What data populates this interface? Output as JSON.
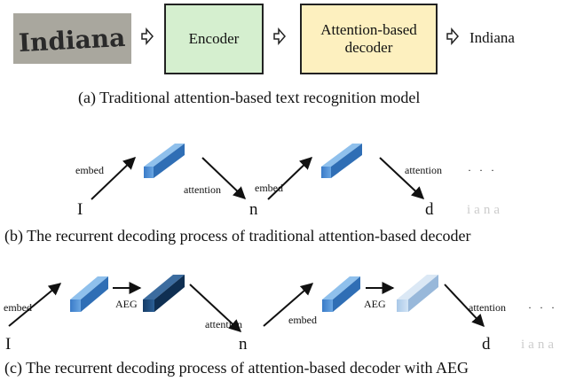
{
  "panel_a": {
    "input_word": "Indiana",
    "encoder_label": "Encoder",
    "decoder_label": "Attention-based decoder",
    "output_label": "Indiana",
    "caption": "(a) Traditional attention-based text recognition model"
  },
  "panel_b": {
    "embed_1": "embed",
    "attention_1": "attention",
    "embed_2": "embed",
    "attention_2": "attention",
    "char_1": "I",
    "char_2": "n",
    "char_3": "d",
    "ghost": "iana",
    "dots": "· · ·",
    "caption": "(b) The recurrent decoding process of traditional attention-based decoder"
  },
  "panel_c": {
    "embed_1": "embed",
    "aeg_1": "AEG",
    "attention_1": "attention",
    "embed_2": "embed",
    "aeg_2": "AEG",
    "attention_2": "attention",
    "char_1": "I",
    "char_2": "n",
    "char_3": "d",
    "ghost": "iana",
    "dots": "· · ·",
    "caption": "(c) The recurrent decoding process of attention-based decoder with AEG"
  },
  "colors": {
    "encoder_fill": "#d5efcf",
    "decoder_fill": "#fdf0bf",
    "cube_blue": "#4a8fd6",
    "cube_dark": "#1f4e80",
    "cube_light": "#b8d4ef"
  }
}
